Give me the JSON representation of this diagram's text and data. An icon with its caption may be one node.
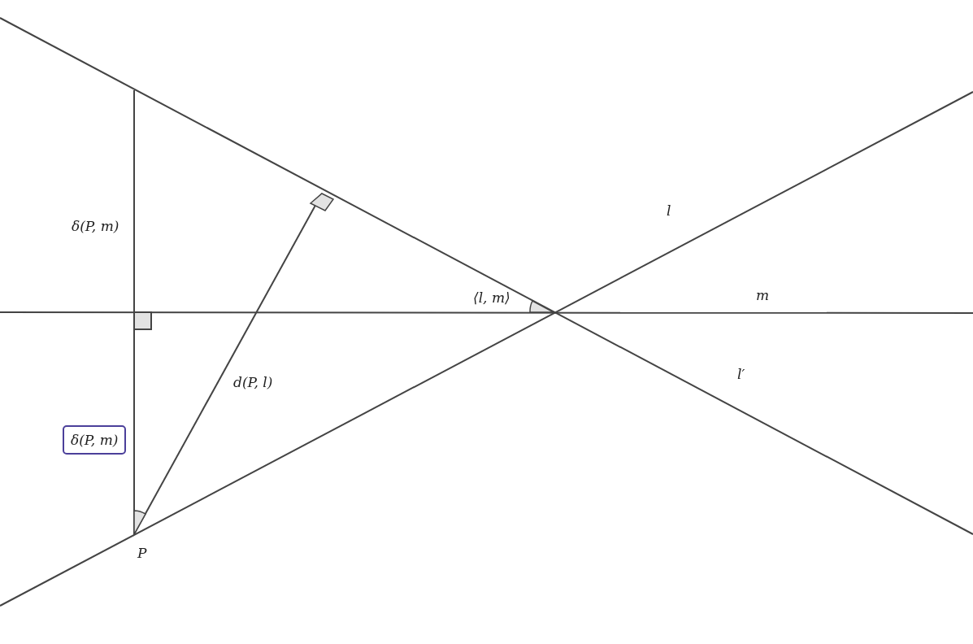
{
  "diagram": {
    "nodes": [
      {
        "text": [
          "δ(P, m)"
        ]
      }
    ],
    "edges": [],
    "labels": [
      "δ(P, m)",
      "l",
      "⟨l, m⟩",
      "m",
      "l′",
      "d(P, l)",
      "P"
    ]
  }
}
